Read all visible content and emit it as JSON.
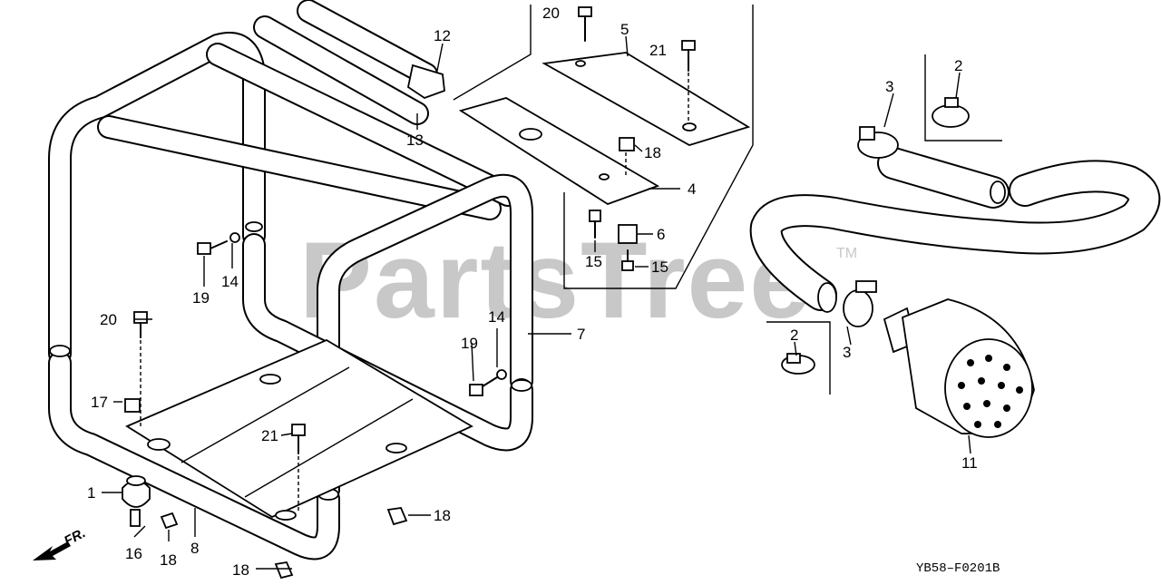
{
  "diagram": {
    "watermark": "PartsTree",
    "trademark": "TM",
    "diagram_code": "YB58–F0201B",
    "front_indicator": "FR.",
    "callouts": {
      "c1": "1",
      "c2a": "2",
      "c2b": "2",
      "c3a": "3",
      "c3b": "3",
      "c4": "4",
      "c5": "5",
      "c6": "6",
      "c7": "7",
      "c8": "8",
      "c11": "11",
      "c12": "12",
      "c13": "13",
      "c14a": "14",
      "c14b": "14",
      "c15a": "15",
      "c15b": "15",
      "c16": "16",
      "c17": "17",
      "c18a": "18",
      "c18b": "18",
      "c18c": "18",
      "c18d": "18",
      "c19a": "19",
      "c19b": "19",
      "c20a": "20",
      "c20b": "20",
      "c21a": "21",
      "c21b": "21"
    }
  }
}
